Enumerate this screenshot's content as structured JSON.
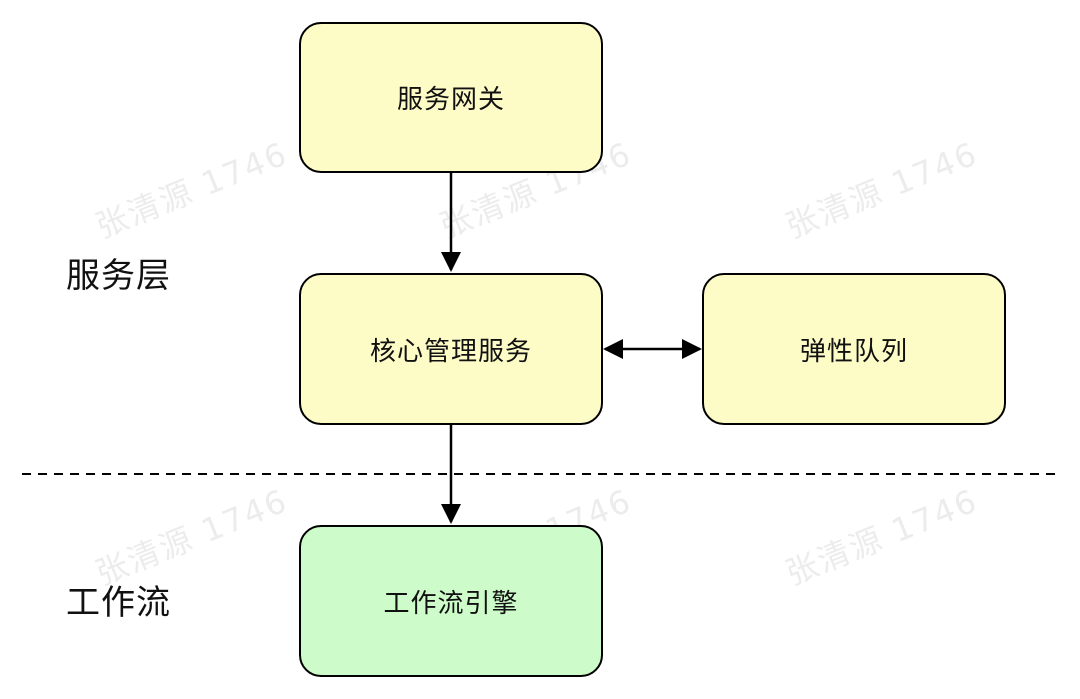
{
  "layers": {
    "service": "服务层",
    "workflow": "工作流"
  },
  "nodes": {
    "gateway": "服务网关",
    "core": "核心管理服务",
    "queue": "弹性队列",
    "engine": "工作流引擎"
  },
  "watermark": "张清源 1746",
  "colors": {
    "service_fill": "#fdfbc6",
    "workflow_fill": "#cdfbc9",
    "stroke": "#000000"
  }
}
